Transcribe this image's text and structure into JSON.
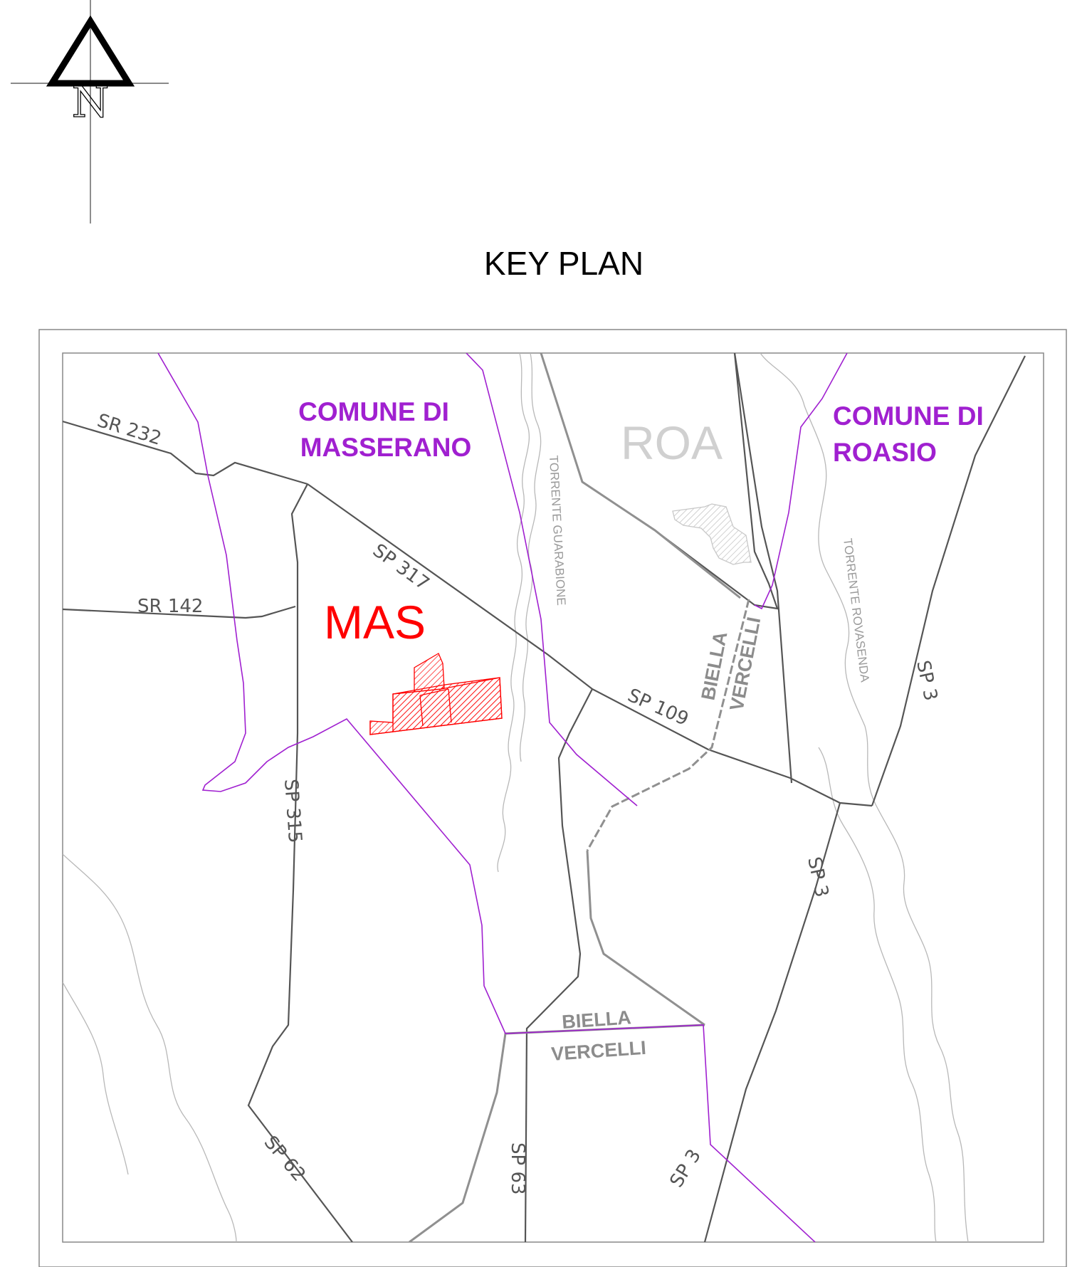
{
  "title": "KEY PLAN",
  "north": {
    "letter": "N",
    "icon": "north-arrow-icon"
  },
  "municipalities": [
    {
      "line1": "COMUNE DI",
      "line2": "MASSERANO"
    },
    {
      "line1": "COMUNE DI",
      "line2": "ROASIO"
    }
  ],
  "site_labels": {
    "mas": "MAS",
    "roa": "ROA"
  },
  "roads": {
    "sr232": "SR 232",
    "sr142": "SR 142",
    "sp317": "SP 317",
    "sp109": "SP 109",
    "sp315": "SP 315",
    "sp62": "SP 62",
    "sp63": "SP 63",
    "sp3_a": "SP 3",
    "sp3_b": "SP 3",
    "sp3_c": "SP 3"
  },
  "rivers": {
    "guarabione": "TORRENTE GUARABIONE",
    "rovasenda": "TORRENTE ROVASENDA"
  },
  "railway": {
    "upper_1": "BIELLA",
    "upper_2": "VERCELLI",
    "lower_1": "BIELLA",
    "lower_2": "VERCELLI"
  },
  "colors": {
    "boundary": "#a020d0",
    "mas_site": "#ff0000",
    "roa_site": "#c8c8c8",
    "road": "#555555",
    "river": "#b4b4b4",
    "railway": "#8c8c8c",
    "frame": "#888888"
  }
}
